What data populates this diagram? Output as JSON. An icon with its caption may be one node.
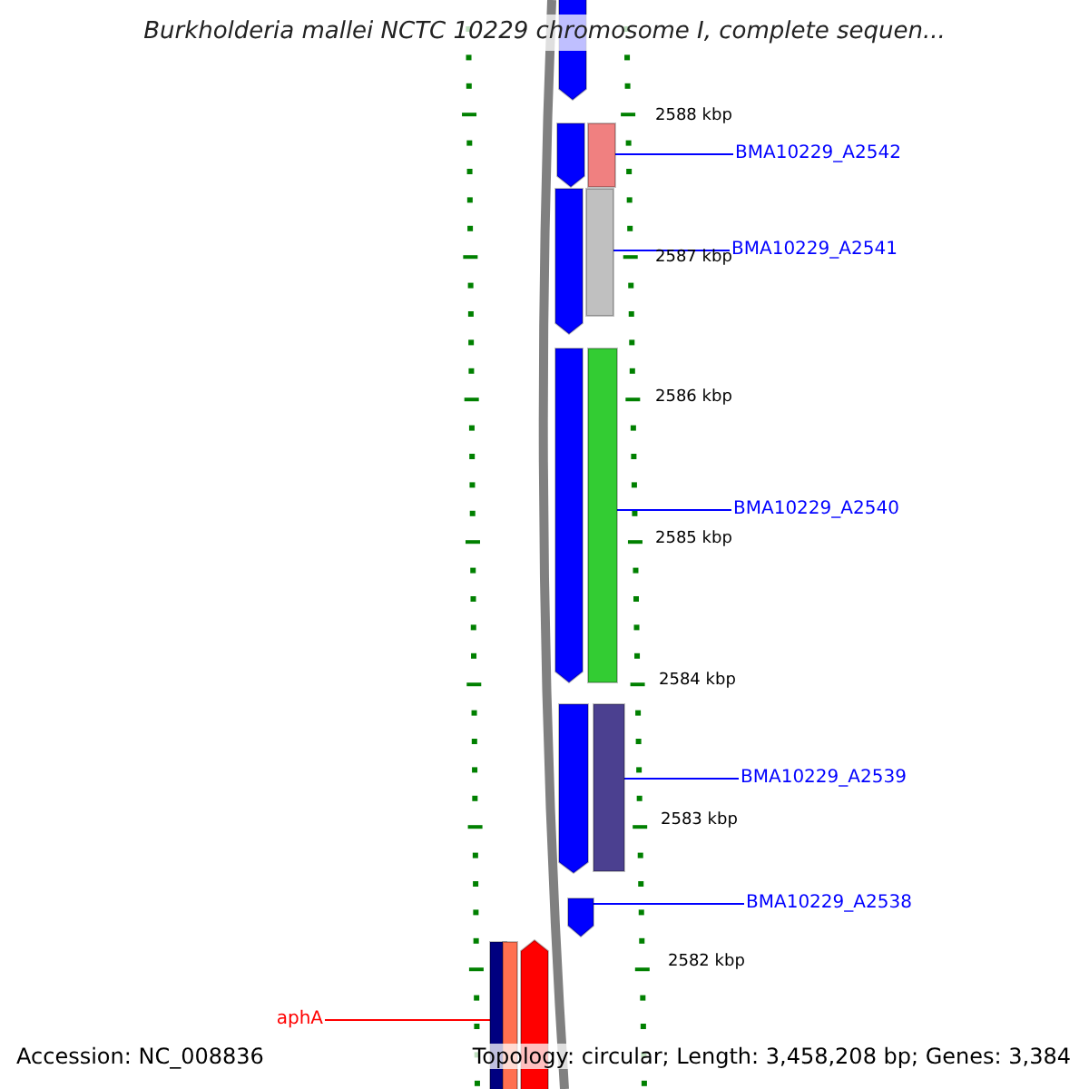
{
  "diagram": {
    "title": "Burkholderia mallei NCTC 10229 chromosome I, complete sequen...",
    "nodes": [
      {
        "text": [
          "BMA10229_A2542"
        ]
      },
      {
        "text": [
          "BMA10229_A2541"
        ]
      },
      {
        "text": [
          "BMA10229_A2540"
        ]
      },
      {
        "text": [
          "BMA10229_A2539"
        ]
      },
      {
        "text": [
          "BMA10229_A2538"
        ]
      },
      {
        "text": [
          "aphA"
        ]
      },
      {
        "text": [],
        "shape": "pentagon"
      },
      {
        "text": [],
        "shape": "pentagon"
      },
      {
        "text": [],
        "shape": "bar"
      },
      {
        "text": [],
        "shape": "pentagon"
      },
      {
        "text": [],
        "shape": "bar"
      },
      {
        "text": [],
        "shape": "pentagon"
      },
      {
        "text": [],
        "shape": "bar"
      },
      {
        "text": [],
        "shape": "pentagon"
      },
      {
        "text": [],
        "shape": "bar"
      },
      {
        "text": [],
        "shape": "pentagon"
      },
      {
        "text": [],
        "shape": "bar"
      },
      {
        "text": [],
        "shape": "bar"
      },
      {
        "text": [],
        "shape": "pentagon"
      }
    ],
    "edges": [
      {
        "from": 0,
        "to": 8,
        "arrow": "none"
      },
      {
        "from": 1,
        "to": 10,
        "arrow": "none"
      },
      {
        "from": 2,
        "to": 12,
        "arrow": "none"
      },
      {
        "from": 3,
        "to": 14,
        "arrow": "none"
      },
      {
        "from": 4,
        "to": 15,
        "arrow": "none"
      },
      {
        "from": 5,
        "to": 16,
        "arrow": "none",
        "color": "#ff0000"
      }
    ],
    "labels": [
      "2588 kbp",
      "2587 kbp",
      "2586 kbp",
      "2585 kbp",
      "2584 kbp",
      "2583 kbp",
      "2582 kbp",
      "Accession: NC_008836",
      "Topology: circular; Length: 3,458,208 bp; Genes: 3,384"
    ]
  }
}
